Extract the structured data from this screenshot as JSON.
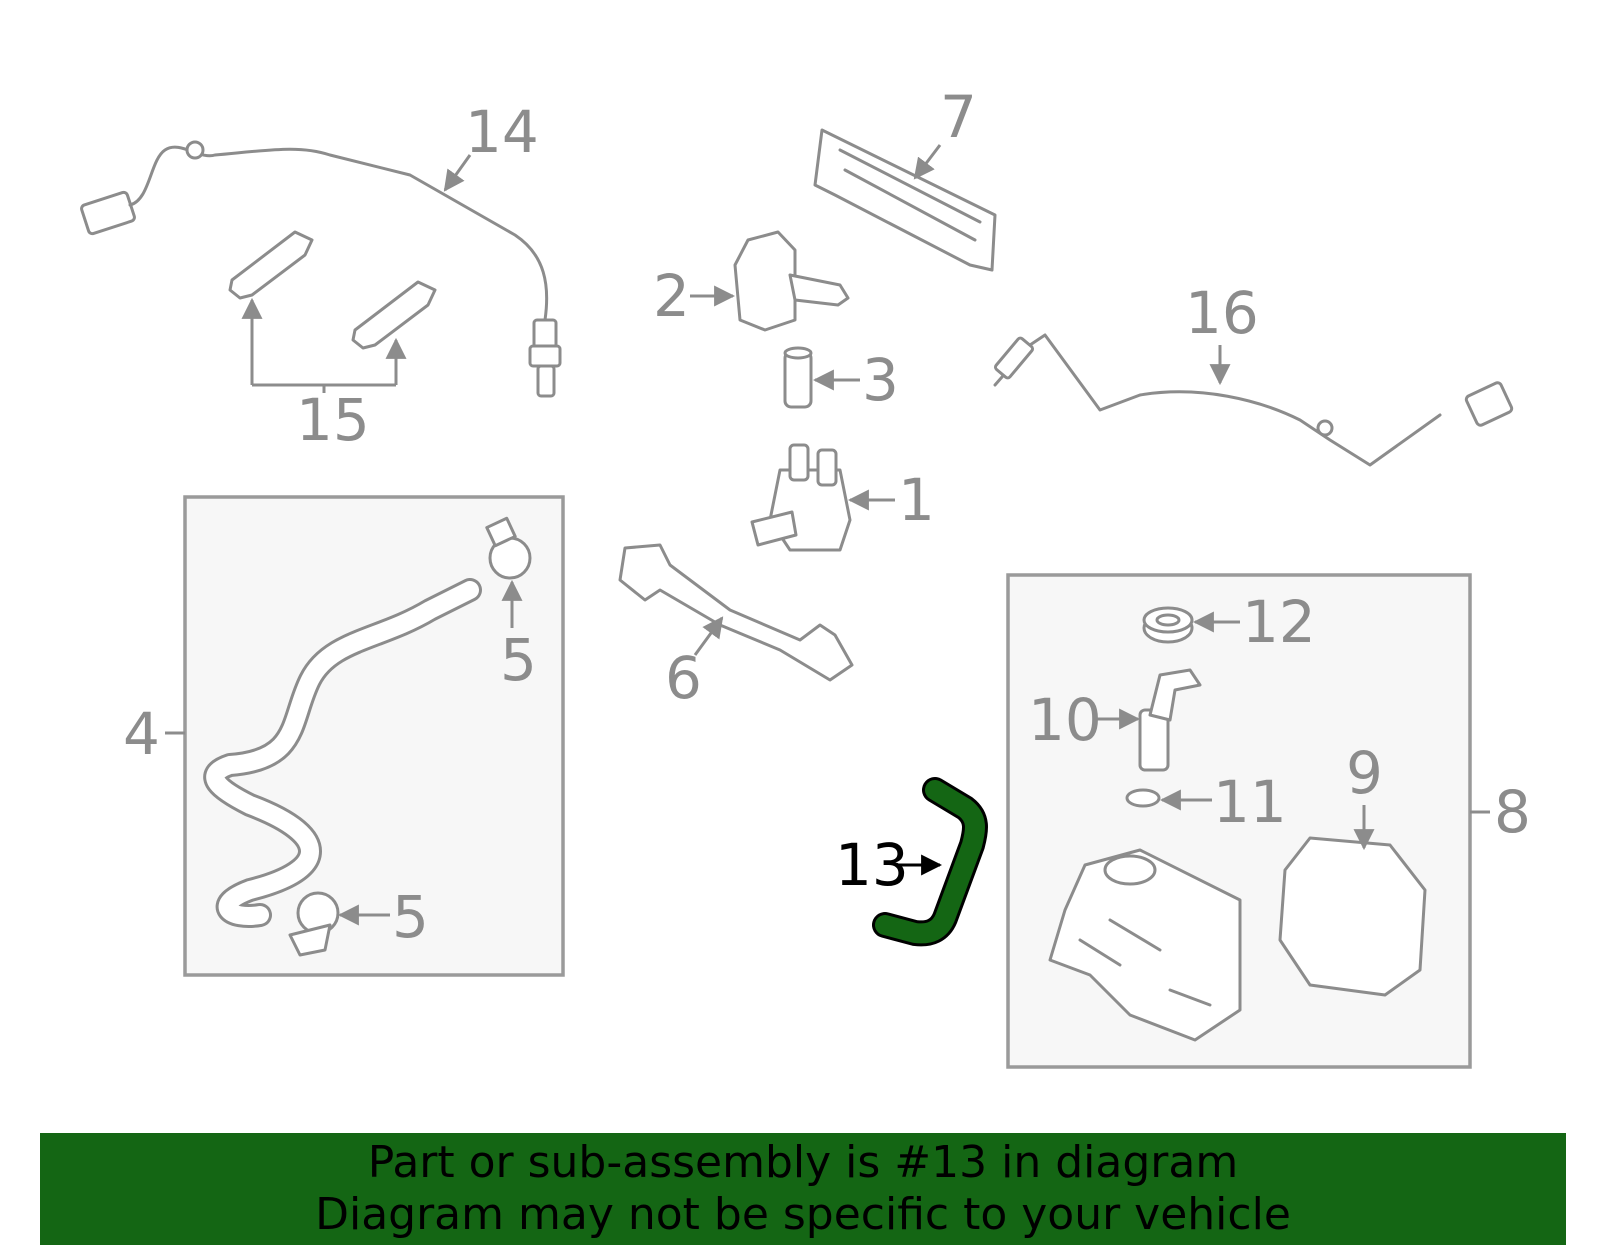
{
  "diagram": {
    "labels": {
      "l1": "1",
      "l2": "2",
      "l3": "3",
      "l4": "4",
      "l5a": "5",
      "l5b": "5",
      "l6": "6",
      "l7": "7",
      "l8": "8",
      "l9": "9",
      "l10": "10",
      "l11": "11",
      "l12": "12",
      "l13": "13",
      "l14": "14",
      "l15": "15",
      "l16": "16"
    },
    "highlight_part": "13",
    "colors": {
      "highlight": "#146614",
      "parts": "#8c8c8c",
      "box_fill": "#f7f7f7"
    }
  },
  "footer": {
    "line1": "Part or sub-assembly is #13 in diagram",
    "line2": "Diagram may not be specific to your vehicle"
  }
}
